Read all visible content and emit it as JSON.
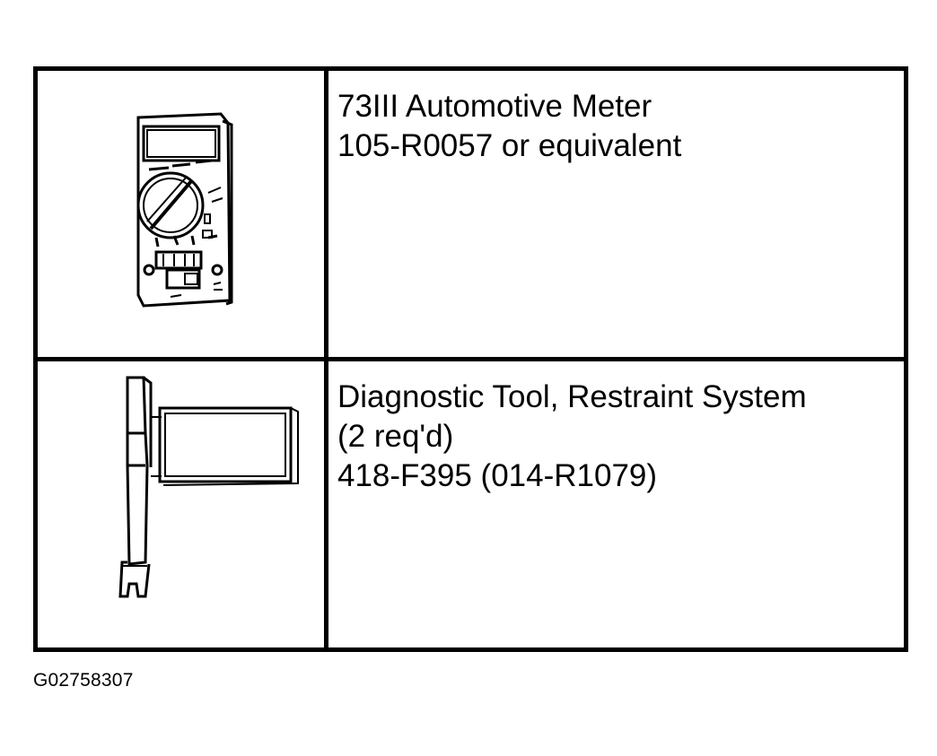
{
  "tools": [
    {
      "icon": "multimeter-icon",
      "lines": [
        "73III Automotive Meter",
        "105-R0057 or equivalent"
      ]
    },
    {
      "icon": "restraint-diagnostic-tool-icon",
      "lines": [
        "Diagnostic Tool, Restraint System",
        "(2 req'd)",
        "418-F395 (014-R1079)"
      ]
    }
  ],
  "figure_id": "G02758307"
}
